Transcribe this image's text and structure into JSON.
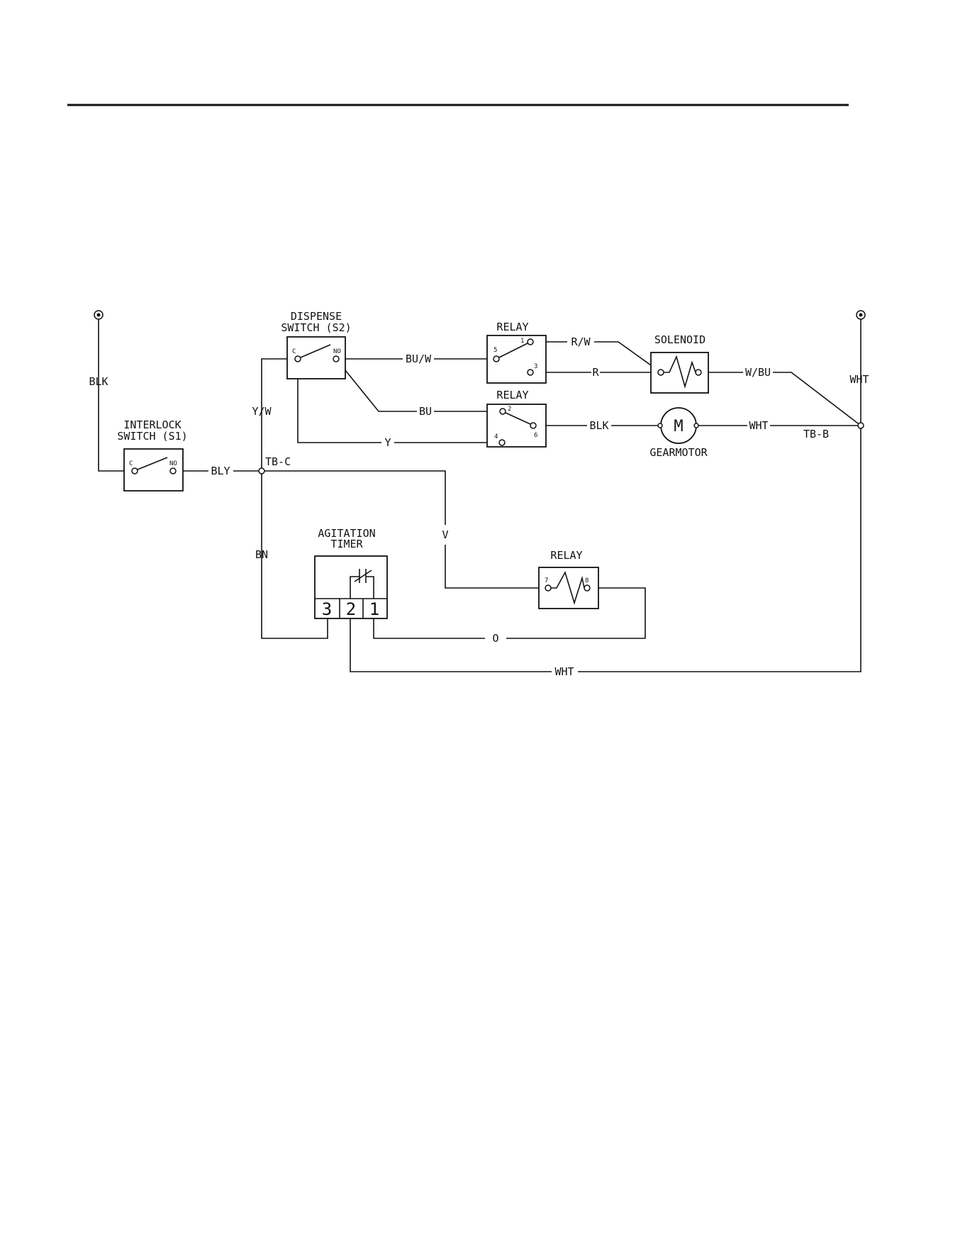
{
  "components": {
    "interlock_switch": {
      "title_line1": "INTERLOCK",
      "title_line2": "SWITCH (S1)",
      "terminal_c": "C",
      "terminal_no": "NO"
    },
    "dispense_switch": {
      "title_line1": "DISPENSE",
      "title_line2": "SWITCH (S2)",
      "terminal_c": "C",
      "terminal_no": "NO"
    },
    "relay_top": {
      "title": "RELAY",
      "pins": [
        "5",
        "1",
        "3"
      ]
    },
    "relay_middle": {
      "title": "RELAY",
      "pins": [
        "2",
        "6",
        "4"
      ]
    },
    "relay_coil": {
      "title": "RELAY",
      "pins": [
        "7",
        "8"
      ]
    },
    "solenoid": {
      "title": "SOLENOID"
    },
    "gearmotor": {
      "title": "GEARMOTOR",
      "symbol": "M"
    },
    "agitation_timer": {
      "title_line1": "AGITATION",
      "title_line2": "TIMER",
      "terminals": [
        "3",
        "2",
        "1"
      ]
    }
  },
  "terminal_blocks": {
    "tb_c": "TB-C",
    "tb_b": "TB-B"
  },
  "wires": {
    "blk_left": "BLK",
    "wht_right": "WHT",
    "bly": "BLY",
    "y_w": "Y/W",
    "bn": "BN",
    "bu_w": "BU/W",
    "bu": "BU",
    "y": "Y",
    "r_w": "R/W",
    "r": "R",
    "w_bu": "W/BU",
    "blk_motor": "BLK",
    "wht_motor": "WHT",
    "v": "V",
    "o": "O",
    "wht_bottom": "WHT"
  }
}
